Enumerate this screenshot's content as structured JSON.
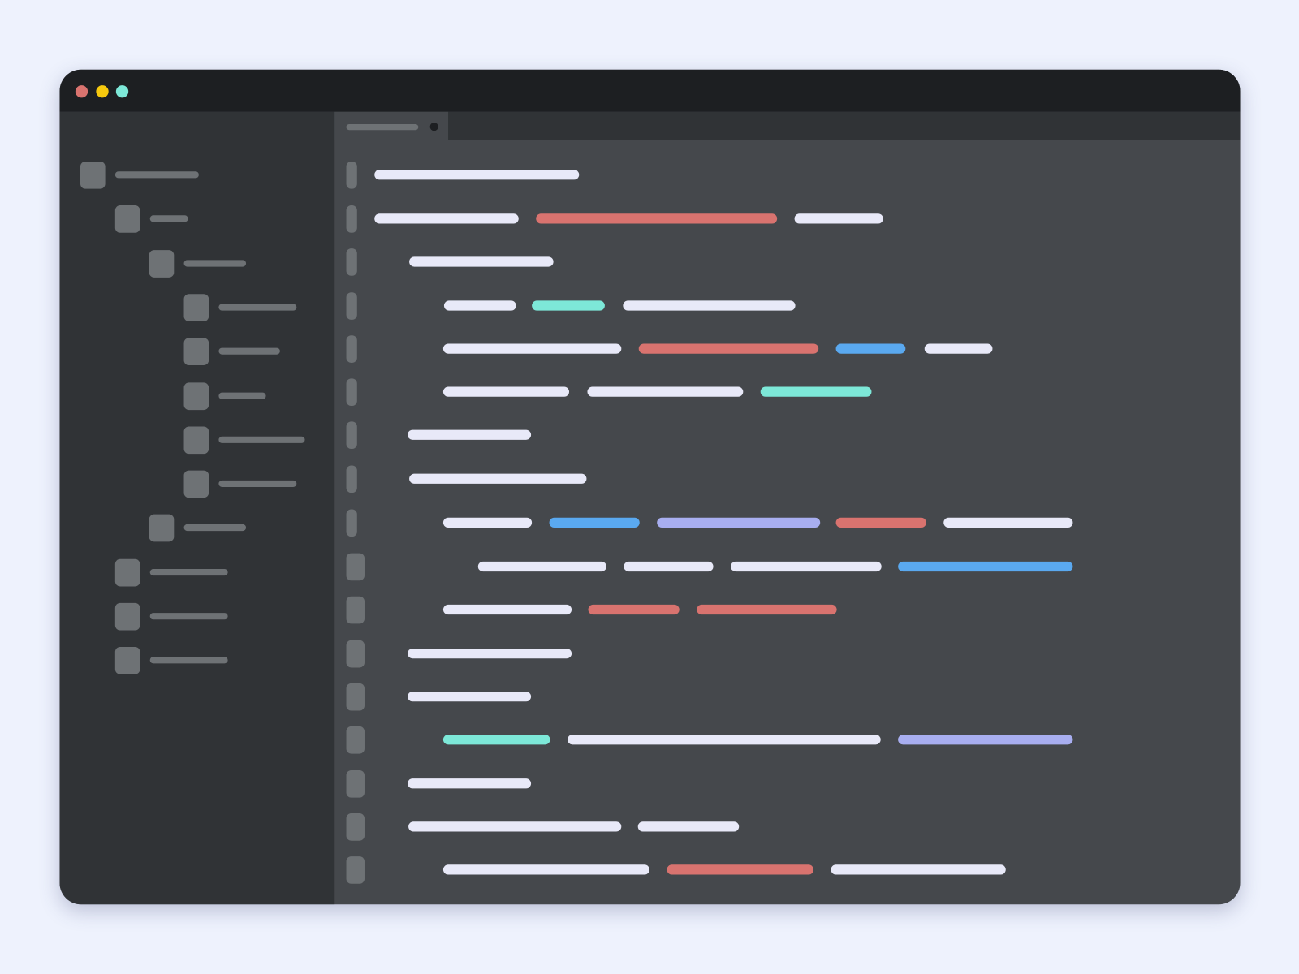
{
  "window": {
    "traffic_lights": [
      {
        "name": "close",
        "color": "#d9736f"
      },
      {
        "name": "minimize",
        "color": "#f6c90e"
      },
      {
        "name": "maximize",
        "color": "#7de8d8"
      }
    ]
  },
  "colors": {
    "background": "#eef2fd",
    "titlebar": "#1d1f22",
    "sidebar": "#303336",
    "editor": "#45484c",
    "placeholder": "#6e7275"
  },
  "token_colors": {
    "w": "#e8e9f8",
    "r": "#d9736f",
    "c": "#7de8d8",
    "b": "#5aa9f0",
    "p": "#a8aef0"
  },
  "file_tree": {
    "depths": [
      0,
      1,
      2,
      3,
      3,
      3,
      3,
      3,
      2,
      1,
      1,
      1
    ]
  },
  "editor": {
    "tab_modified": true,
    "lines": [
      {
        "indent": 0,
        "tokens": [
          "w"
        ]
      },
      {
        "indent": 0,
        "tokens": [
          "w",
          "r",
          "w"
        ]
      },
      {
        "indent": 1,
        "tokens": [
          "w"
        ]
      },
      {
        "indent": 2,
        "tokens": [
          "w",
          "c",
          "w"
        ]
      },
      {
        "indent": 2,
        "tokens": [
          "w",
          "r",
          "b",
          "w"
        ]
      },
      {
        "indent": 2,
        "tokens": [
          "w",
          "w",
          "c"
        ]
      },
      {
        "indent": 1,
        "tokens": [
          "w"
        ]
      },
      {
        "indent": 1,
        "tokens": [
          "w"
        ]
      },
      {
        "indent": 2,
        "tokens": [
          "w",
          "b",
          "p",
          "r",
          "w"
        ]
      },
      {
        "indent": 3,
        "tokens": [
          "w",
          "w",
          "w",
          "b"
        ]
      },
      {
        "indent": 2,
        "tokens": [
          "w",
          "r",
          "r"
        ]
      },
      {
        "indent": 1,
        "tokens": [
          "w"
        ]
      },
      {
        "indent": 1,
        "tokens": [
          "w"
        ]
      },
      {
        "indent": 2,
        "tokens": [
          "c",
          "w",
          "p"
        ]
      },
      {
        "indent": 1,
        "tokens": [
          "w"
        ]
      },
      {
        "indent": 1,
        "tokens": [
          "w",
          "w"
        ]
      },
      {
        "indent": 2,
        "tokens": [
          "w",
          "r",
          "w"
        ]
      }
    ]
  }
}
